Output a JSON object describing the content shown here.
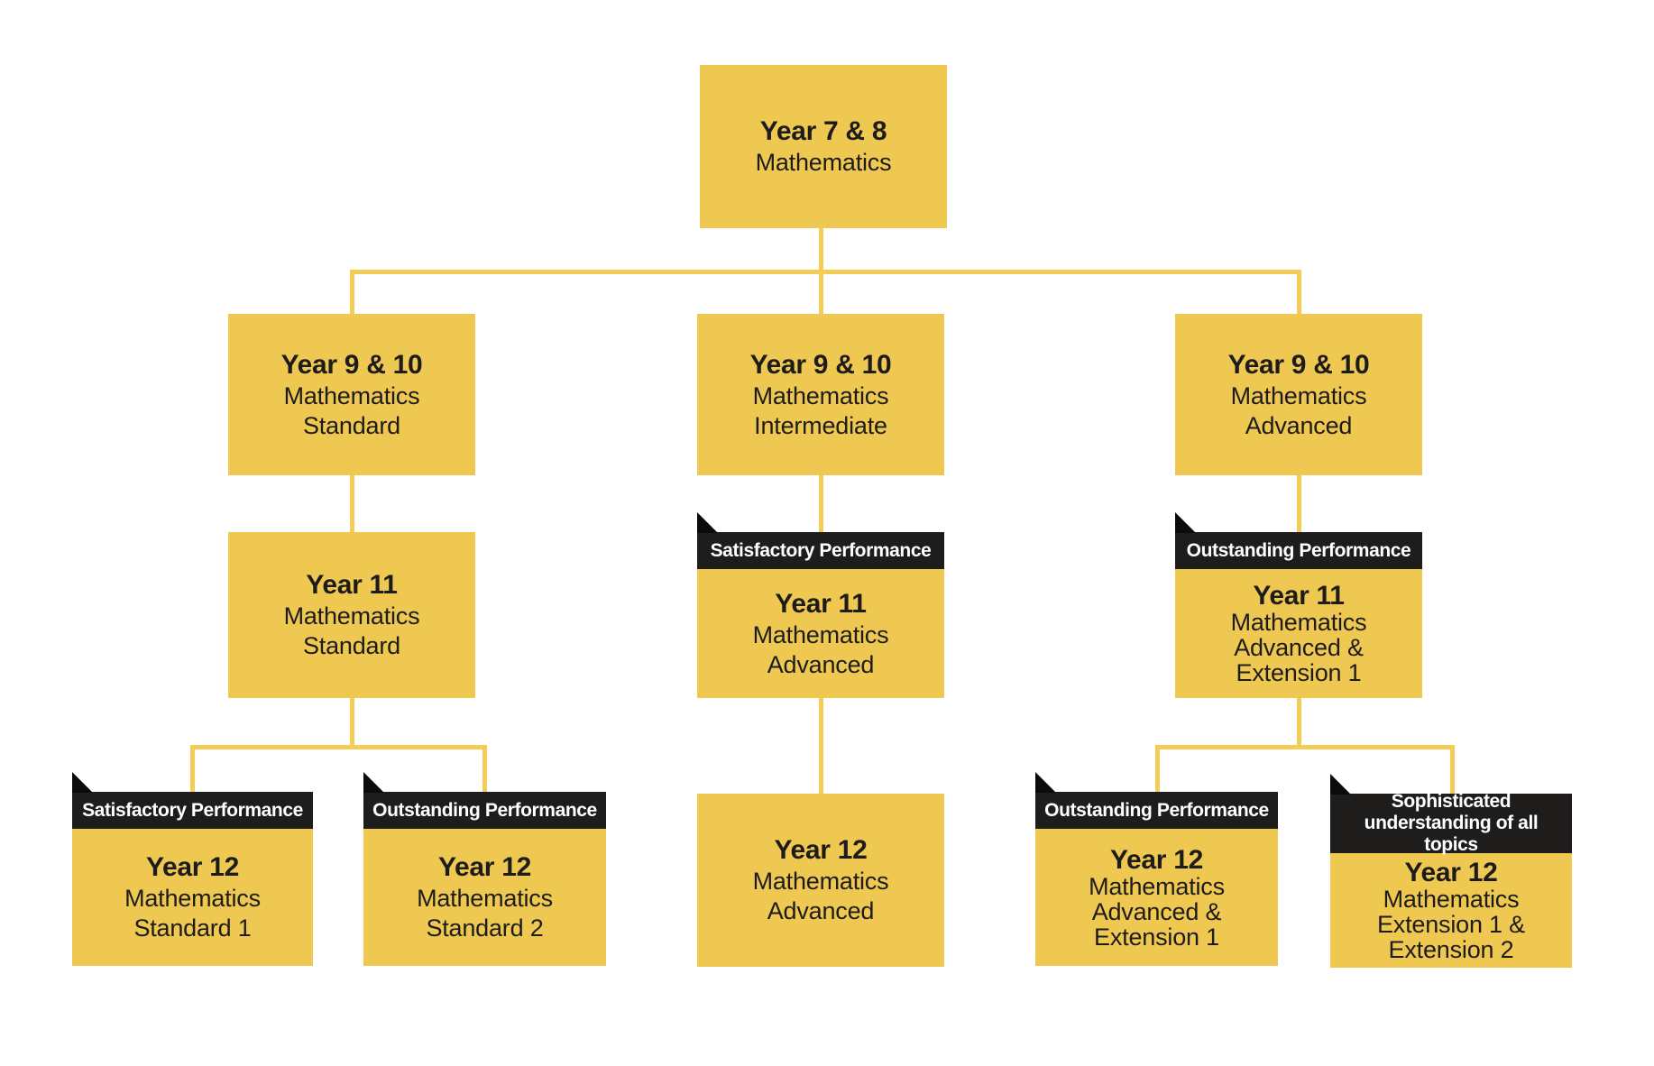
{
  "diagram_title": "Mathematics course pathway flowchart",
  "colors": {
    "background": "#FFFFFF",
    "fill": "#EEC850",
    "line": "#F4CD56",
    "ribbon": "#1E1D1B",
    "fold": "#0B0B0B",
    "ink": "#1E1C1A",
    "ribbon_text": "#FFFFFF"
  },
  "nodes": {
    "y78": {
      "title": "Year 7 & 8",
      "sub1": "Mathematics"
    },
    "y910_standard": {
      "title": "Year 9 & 10",
      "sub1": "Mathematics",
      "sub2": "Standard"
    },
    "y910_intermediate": {
      "title": "Year 9 & 10",
      "sub1": "Mathematics",
      "sub2": "Intermediate"
    },
    "y910_advanced": {
      "title": "Year 9 & 10",
      "sub1": "Mathematics",
      "sub2": "Advanced"
    },
    "y11_standard": {
      "title": "Year 11",
      "sub1": "Mathematics",
      "sub2": "Standard"
    },
    "y11_advanced": {
      "tag": "Satisfactory Performance",
      "title": "Year 11",
      "sub1": "Mathematics",
      "sub2": "Advanced"
    },
    "y11_adv_ext1": {
      "tag": "Outstanding Performance",
      "title": "Year 11",
      "sub1": "Mathematics",
      "sub2": "Advanced &",
      "sub3": "Extension 1"
    },
    "y12_standard1": {
      "tag": "Satisfactory Performance",
      "title": "Year 12",
      "sub1": "Mathematics",
      "sub2": "Standard 1"
    },
    "y12_standard2": {
      "tag": "Outstanding Performance",
      "title": "Year 12",
      "sub1": "Mathematics",
      "sub2": "Standard 2"
    },
    "y12_advanced": {
      "title": "Year 12",
      "sub1": "Mathematics",
      "sub2": "Advanced"
    },
    "y12_adv_ext1": {
      "tag": "Outstanding Performance",
      "title": "Year 12",
      "sub1": "Mathematics",
      "sub2": "Advanced &",
      "sub3": "Extension 1"
    },
    "y12_ext1_ext2": {
      "tag": "Sophisticated",
      "tag2": "understanding of all topics",
      "title": "Year 12",
      "sub1": "Mathematics",
      "sub2": "Extension 1 &",
      "sub3": "Extension 2"
    }
  }
}
